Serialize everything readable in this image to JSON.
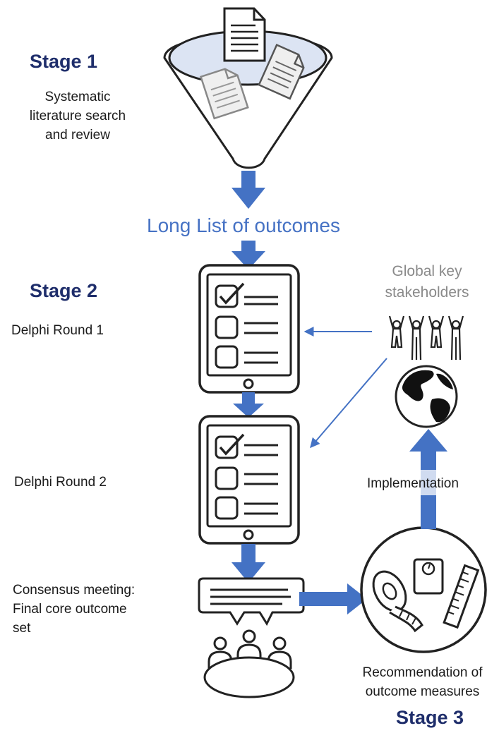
{
  "stage1": {
    "title": "Stage 1",
    "lines": [
      "Systematic",
      "literature search",
      "and review"
    ]
  },
  "long_list": "Long List of outcomes",
  "stage2": {
    "title": "Stage 2",
    "round1": "Delphi Round 1",
    "round2": "Delphi Round 2"
  },
  "consensus": {
    "lines": [
      "Consensus meeting:",
      "Final core outcome",
      "set"
    ]
  },
  "stakeholders": {
    "lines": [
      "Global key",
      "stakeholders"
    ]
  },
  "implementation": "Implementation",
  "recommendation": {
    "lines": [
      "Recommendation of",
      "outcome measures"
    ]
  },
  "stage3": {
    "title": "Stage 3"
  },
  "colors": {
    "arrow": "#4472c4",
    "stage_title": "#1f2e6b",
    "gray_text": "#8a8a8a",
    "funnel_fill": "#dce4f3"
  },
  "icons": [
    "funnel-icon",
    "document-icon",
    "tablet-checklist-icon",
    "checkbox-icon",
    "people-icon",
    "globe-icon",
    "speech-bubble-icon",
    "meeting-table-icon",
    "tape-measure-icon",
    "weighing-scale-icon",
    "ruler-icon",
    "arrow-down-icon",
    "arrow-right-icon",
    "arrow-up-icon"
  ]
}
